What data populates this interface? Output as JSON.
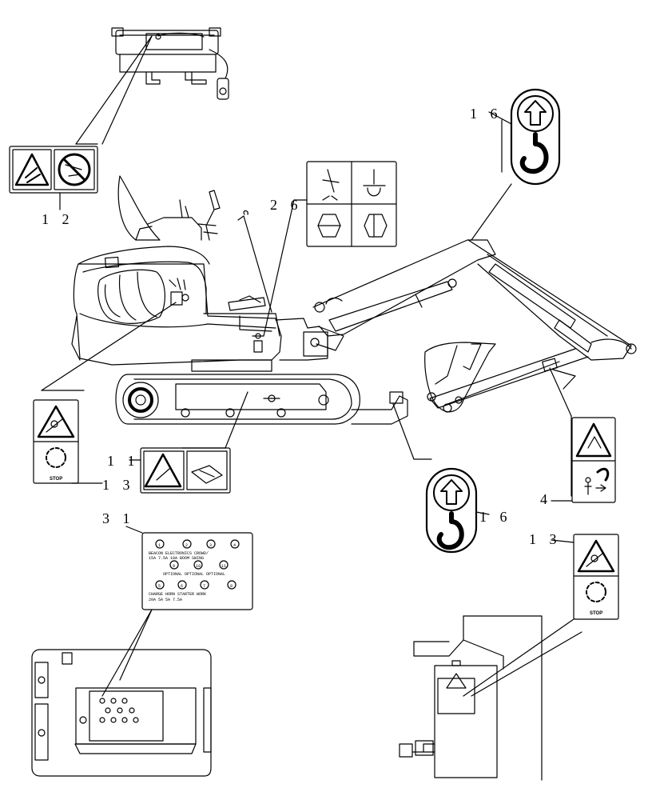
{
  "callouts": {
    "c12": "1 2",
    "c16a": "1 6",
    "c26": "2 6",
    "c11": "1 1",
    "c13a": "1 3",
    "c31": "3 1",
    "c16b": "1 6",
    "c4": "4",
    "c13b": "1 3"
  },
  "decals": {
    "stop_a": "STOP",
    "stop_b": "STOP"
  },
  "fuse_chart": {
    "row1": [
      "1",
      "2",
      "3",
      "4"
    ],
    "row1_text": "BEACON   ELECTRONICS   CROWD/",
    "row1_sub": "15A      7.5A     10A    BOOM    SWING",
    "row2": [
      "9",
      "10",
      "11"
    ],
    "row2_text": "OPTIONAL   OPTIONAL   OPTIONAL",
    "row3": [
      "5",
      "6",
      "7",
      "8"
    ],
    "row3_text": "CHARGE   HORN   STARTER   WORK",
    "row3_sub": "20A      5A      5A      7.5A"
  },
  "colors": {
    "line": "#000000",
    "paper": "#ffffff"
  }
}
